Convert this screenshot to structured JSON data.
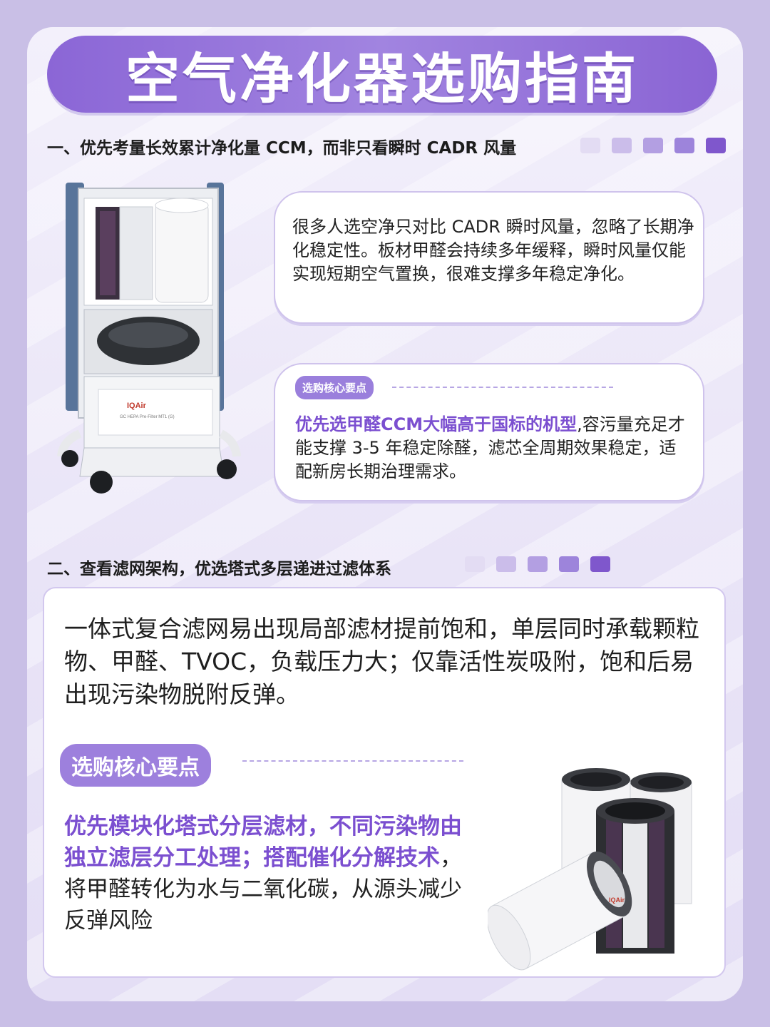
{
  "title": "空气净化器选购指南",
  "section1": {
    "heading": "一、优先考量长效累计净化量 CCM，而非只看瞬时 CADR 风量",
    "bubble_text": "很多人选空净只对比 CADR 瞬时风量，忽略了长期净化稳定性。板材甲醛会持续多年缓释，瞬时风量仅能实现短期空气置换，很难支撑多年稳定净化。",
    "key_tag": "选购核心要点",
    "key_highlight": "优先选甲醛CCM大幅高于国标的机型",
    "key_rest": ",容污量充足才能支撑 3-5 年稳定除醛，滤芯全周期效果稳定，适配新房长期治理需求。",
    "image_brand": "IQAir",
    "image_label": "GC HEPA Pre-Filter MT1 (G)"
  },
  "section2": {
    "heading": "二、查看滤网架构，优选塔式多层递进过滤体系",
    "panel_text": "一体式复合滤网易出现局部滤材提前饱和，单层同时承载颗粒物、甲醛、TVOC，负载压力大；仅靠活性炭吸附，饱和后易出现污染物脱附反弹。",
    "key_tag": "选购核心要点",
    "key_highlight": "优先模块化塔式分层滤材，不同污染物由独立滤层分工处理；搭配催化分解技术",
    "key_rest": "，将甲醛转化为水与二氧化碳，从源头减少反弹风险",
    "image_brand": "IQAir"
  },
  "colors": {
    "accent": "#8b66d6",
    "highlight": "#7b4fd0",
    "square_scale": [
      "#e3dcf3",
      "#cbbdea",
      "#b39fe2",
      "#9d84db",
      "#7f57cc"
    ]
  }
}
